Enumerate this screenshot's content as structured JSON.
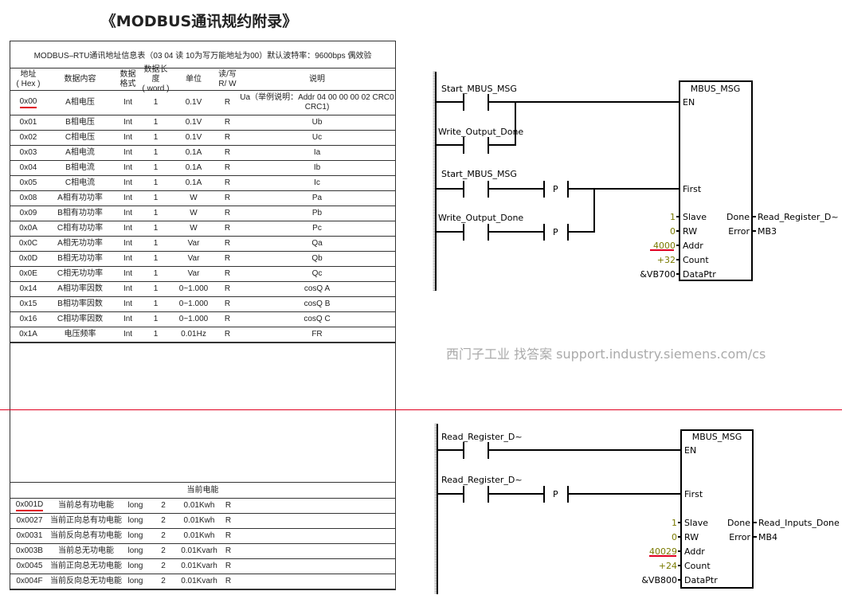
{
  "title": "《MODBUS通讯规约附录》",
  "table": {
    "caption": "MODBUS–RTU通讯地址信息表（03 04 读  10为写万能地址为00）默认波特率：9600bps 偶效验",
    "headers": [
      "地址\n( Hex )",
      "数据内容",
      "数据\n格式",
      "数据长度\n( word )",
      "单位",
      "读/写\nR/ W",
      "说明"
    ],
    "rows": [
      [
        "0x00",
        "A相电压",
        "Int",
        "1",
        "0.1V",
        "R",
        "Ua（举例说明：Addr 04 00 00  00 02 CRC0 CRC1)"
      ],
      [
        "0x01",
        "B相电压",
        "Int",
        "1",
        "0.1V",
        "R",
        "Ub"
      ],
      [
        "0x02",
        "C相电压",
        "Int",
        "1",
        "0.1V",
        "R",
        "Uc"
      ],
      [
        "0x03",
        "A相电流",
        "Int",
        "1",
        "0.1A",
        "R",
        "Ia"
      ],
      [
        "0x04",
        "B相电流",
        "Int",
        "1",
        "0.1A",
        "R",
        "Ib"
      ],
      [
        "0x05",
        "C相电流",
        "Int",
        "1",
        "0.1A",
        "R",
        "Ic"
      ],
      [
        "0x08",
        "A相有功功率",
        "Int",
        "1",
        "W",
        "R",
        "Pa"
      ],
      [
        "0x09",
        "B相有功功率",
        "Int",
        "1",
        "W",
        "R",
        "Pb"
      ],
      [
        "0x0A",
        "C相有功功率",
        "Int",
        "1",
        "W",
        "R",
        "Pc"
      ],
      [
        "0x0C",
        "A相无功功率",
        "Int",
        "1",
        "Var",
        "R",
        "Qa"
      ],
      [
        "0x0D",
        "B相无功功率",
        "Int",
        "1",
        "Var",
        "R",
        "Qb"
      ],
      [
        "0x0E",
        "C相无功功率",
        "Int",
        "1",
        "Var",
        "R",
        "Qc"
      ],
      [
        "0x14",
        "A相功率因数",
        "Int",
        "1",
        "0~1.000",
        "R",
        "cosQ A"
      ],
      [
        "0x15",
        "B相功率因数",
        "Int",
        "1",
        "0~1.000",
        "R",
        "cosQ B"
      ],
      [
        "0x16",
        "C相功率因数",
        "Int",
        "1",
        "0~1.000",
        "R",
        "cosQ C"
      ],
      [
        "0x1A",
        "电压频率",
        "Int",
        "1",
        "0.01Hz",
        "R",
        "FR"
      ]
    ],
    "energy_section": "当前电能",
    "energy_rows": [
      [
        "0x001D",
        "当前总有功电能",
        "long",
        "2",
        "0.01Kwh",
        "R"
      ],
      [
        "0x0027",
        "当前正向总有功电能",
        "long",
        "2",
        "0.01Kwh",
        "R"
      ],
      [
        "0x0031",
        "当前反向总有功电能",
        "long",
        "2",
        "0.01Kwh",
        "R"
      ],
      [
        "0x003B",
        "当前总无功电能",
        "long",
        "2",
        "0.01Kvarh",
        "R"
      ],
      [
        "0x0045",
        "当前正向总无功电能",
        "long",
        "2",
        "0.01Kvarh",
        "R"
      ],
      [
        "0x004F",
        "当前反向总无功电能",
        "long",
        "2",
        "0.01Kvarh",
        "R"
      ]
    ]
  },
  "ladder1": {
    "block": "MBUS_MSG",
    "c1": "Start_MBUS_MSG",
    "c2": "Write_Output_Done",
    "c3": "Start_MBUS_MSG",
    "c4": "Write_Output_Done",
    "p": "P",
    "en": "EN",
    "first": "First",
    "pins": [
      "Slave",
      "RW",
      "Addr",
      "Count",
      "DataPtr"
    ],
    "vals": [
      "1",
      "0",
      "4000",
      "+32",
      "&VB700"
    ],
    "outs": [
      "Done",
      "Error"
    ],
    "outvals": [
      "Read_Register_D~",
      "MB3"
    ]
  },
  "ladder2": {
    "block": "MBUS_MSG",
    "c1": "Read_Register_D~",
    "c2": "Read_Register_D~",
    "p": "P",
    "en": "EN",
    "first": "First",
    "pins": [
      "Slave",
      "RW",
      "Addr",
      "Count",
      "DataPtr"
    ],
    "vals": [
      "1",
      "0",
      "40029",
      "+24",
      "&VB800"
    ],
    "outs": [
      "Done",
      "Error"
    ],
    "outvals": [
      "Read_Inputs_Done",
      "MB4"
    ]
  },
  "watermark": "西门子工业 找答案 support.industry.siemens.com/cs"
}
